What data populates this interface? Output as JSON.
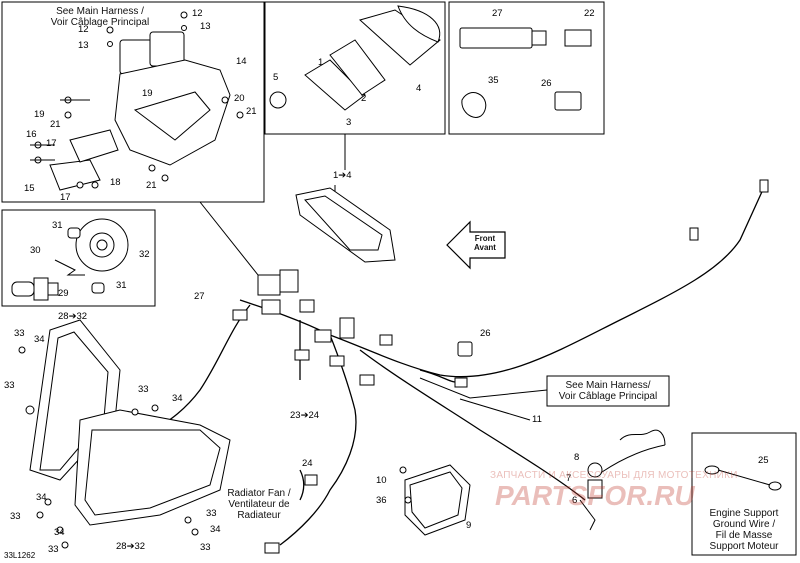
{
  "diagram": {
    "ref_code": "33L1262",
    "notes": {
      "main_harness_top": [
        "See Main Harness /",
        "Voir Câblage Principal"
      ],
      "main_harness_right": [
        "See Main Harness/",
        "Voir Câblage Principal"
      ],
      "front": [
        "Front",
        "Avant"
      ],
      "radiator_fan": [
        "Radiator Fan /",
        "Ventilateur de",
        "Radiateur"
      ],
      "engine_support": [
        "Engine Support",
        "Ground Wire /",
        "Fil de Masse",
        "Support Moteur"
      ]
    },
    "callouts": [
      {
        "id": "c12a",
        "label": "12"
      },
      {
        "id": "c13a",
        "label": "13"
      },
      {
        "id": "c12b",
        "label": "12"
      },
      {
        "id": "c13b",
        "label": "13"
      },
      {
        "id": "c14",
        "label": "14"
      },
      {
        "id": "c19a",
        "label": "19"
      },
      {
        "id": "c19b",
        "label": "19"
      },
      {
        "id": "c20",
        "label": "20"
      },
      {
        "id": "c21a",
        "label": "21"
      },
      {
        "id": "c21b",
        "label": "21"
      },
      {
        "id": "c21c",
        "label": "21"
      },
      {
        "id": "c16",
        "label": "16"
      },
      {
        "id": "c17a",
        "label": "17"
      },
      {
        "id": "c17b",
        "label": "17"
      },
      {
        "id": "c15",
        "label": "15"
      },
      {
        "id": "c18",
        "label": "18"
      },
      {
        "id": "c5",
        "label": "5"
      },
      {
        "id": "c1",
        "label": "1"
      },
      {
        "id": "c2",
        "label": "2"
      },
      {
        "id": "c3",
        "label": "3"
      },
      {
        "id": "c4",
        "label": "4"
      },
      {
        "id": "c27a",
        "label": "27"
      },
      {
        "id": "c22",
        "label": "22"
      },
      {
        "id": "c35",
        "label": "35"
      },
      {
        "id": "c26a",
        "label": "26"
      },
      {
        "id": "c1to4",
        "label": "1➔4"
      },
      {
        "id": "c31a",
        "label": "31"
      },
      {
        "id": "c30",
        "label": "30"
      },
      {
        "id": "c32",
        "label": "32"
      },
      {
        "id": "c29",
        "label": "29"
      },
      {
        "id": "c31b",
        "label": "31"
      },
      {
        "id": "c28to32a",
        "label": "28➔32"
      },
      {
        "id": "c33a",
        "label": "33"
      },
      {
        "id": "c34a",
        "label": "34"
      },
      {
        "id": "c33b",
        "label": "33"
      },
      {
        "id": "c33c",
        "label": "33"
      },
      {
        "id": "c34b",
        "label": "34"
      },
      {
        "id": "c27b",
        "label": "27"
      },
      {
        "id": "c26b",
        "label": "26"
      },
      {
        "id": "c11",
        "label": "11"
      },
      {
        "id": "c23to24",
        "label": "23➔24"
      },
      {
        "id": "c24",
        "label": "24"
      },
      {
        "id": "c34c",
        "label": "34"
      },
      {
        "id": "c33d",
        "label": "33"
      },
      {
        "id": "c34d",
        "label": "34"
      },
      {
        "id": "c33e",
        "label": "33"
      },
      {
        "id": "c28to32b",
        "label": "28➔32"
      },
      {
        "id": "c33f",
        "label": "33"
      },
      {
        "id": "c34e",
        "label": "34"
      },
      {
        "id": "c33g",
        "label": "33"
      },
      {
        "id": "c10",
        "label": "10"
      },
      {
        "id": "c36",
        "label": "36"
      },
      {
        "id": "c9",
        "label": "9"
      },
      {
        "id": "c8",
        "label": "8"
      },
      {
        "id": "c7",
        "label": "7"
      },
      {
        "id": "c6",
        "label": "6"
      },
      {
        "id": "c25",
        "label": "25"
      }
    ],
    "watermark": {
      "line1": "ЗАПЧАСТИ И АКСЕССУАРЫ ДЛЯ МОТОТЕХНИКИ",
      "line2": "PARTSFOR.RU"
    }
  },
  "colors": {
    "line": "#000000",
    "watermark": "#c0392b",
    "background": "#ffffff"
  }
}
